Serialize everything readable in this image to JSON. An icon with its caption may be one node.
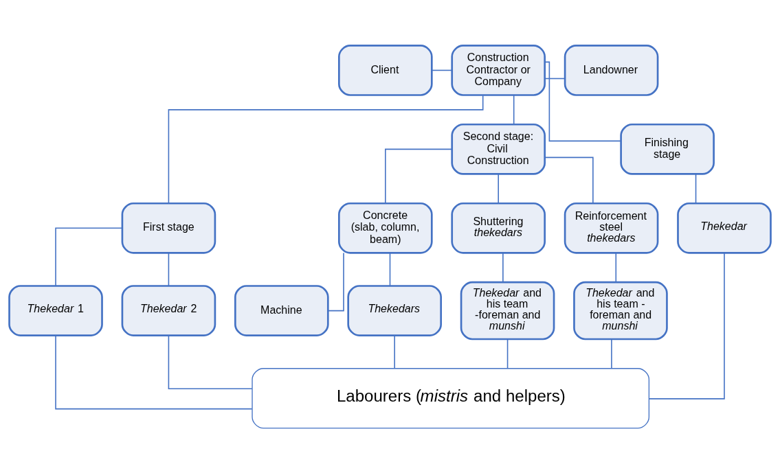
{
  "diagram": {
    "nodes": [
      {
        "text": [
          "Client"
        ]
      },
      {
        "text": [
          "Construction Contractor or Company"
        ]
      },
      {
        "text": [
          "Landowner"
        ]
      },
      {
        "text": [
          "First stage"
        ]
      },
      {
        "text": [
          "Second stage: Civil Construction"
        ]
      },
      {
        "text": [
          "Finishing stage"
        ]
      },
      {
        "text": [
          "*Thekedar* 1"
        ]
      },
      {
        "text": [
          "*Thekedar* 2"
        ]
      },
      {
        "text": [
          "Concrete (slab, column, beam)"
        ]
      },
      {
        "text": [
          "Shuttering *thekedars*"
        ]
      },
      {
        "text": [
          "Reinforcement steel *thekedars*"
        ]
      },
      {
        "text": [
          "*Thekedar*"
        ]
      },
      {
        "text": [
          "Machine"
        ]
      },
      {
        "text": [
          "*Thekedars*"
        ]
      },
      {
        "text": [
          "*Thekedar* and his team -foreman and *munshi*"
        ]
      },
      {
        "text": [
          "*Thekedar* and his team - foreman and *munshi*"
        ]
      },
      {
        "text": [
          "Labourers (*mistris* and helpers)"
        ]
      }
    ],
    "edges": [
      {
        "from": 0,
        "to": 1,
        "arrow": "none"
      },
      {
        "from": 1,
        "to": 2,
        "arrow": "none"
      },
      {
        "from": 1,
        "to": 3,
        "arrow": "none"
      },
      {
        "from": 1,
        "to": 4,
        "arrow": "none"
      },
      {
        "from": 1,
        "to": 5,
        "arrow": "none"
      },
      {
        "from": 3,
        "to": 6,
        "arrow": "none"
      },
      {
        "from": 3,
        "to": 7,
        "arrow": "none"
      },
      {
        "from": 4,
        "to": 8,
        "arrow": "none"
      },
      {
        "from": 4,
        "to": 9,
        "arrow": "none"
      },
      {
        "from": 4,
        "to": 10,
        "arrow": "none"
      },
      {
        "from": 5,
        "to": 11,
        "arrow": "none"
      },
      {
        "from": 8,
        "to": 12,
        "arrow": "none"
      },
      {
        "from": 8,
        "to": 13,
        "arrow": "none"
      },
      {
        "from": 9,
        "to": 14,
        "arrow": "none"
      },
      {
        "from": 10,
        "to": 15,
        "arrow": "none"
      },
      {
        "from": 6,
        "to": 16,
        "arrow": "none"
      },
      {
        "from": 7,
        "to": 16,
        "arrow": "none"
      },
      {
        "from": 13,
        "to": 16,
        "arrow": "none"
      },
      {
        "from": 14,
        "to": 16,
        "arrow": "none"
      },
      {
        "from": 15,
        "to": 16,
        "arrow": "none"
      },
      {
        "from": 11,
        "to": 16,
        "arrow": "none"
      }
    ]
  }
}
